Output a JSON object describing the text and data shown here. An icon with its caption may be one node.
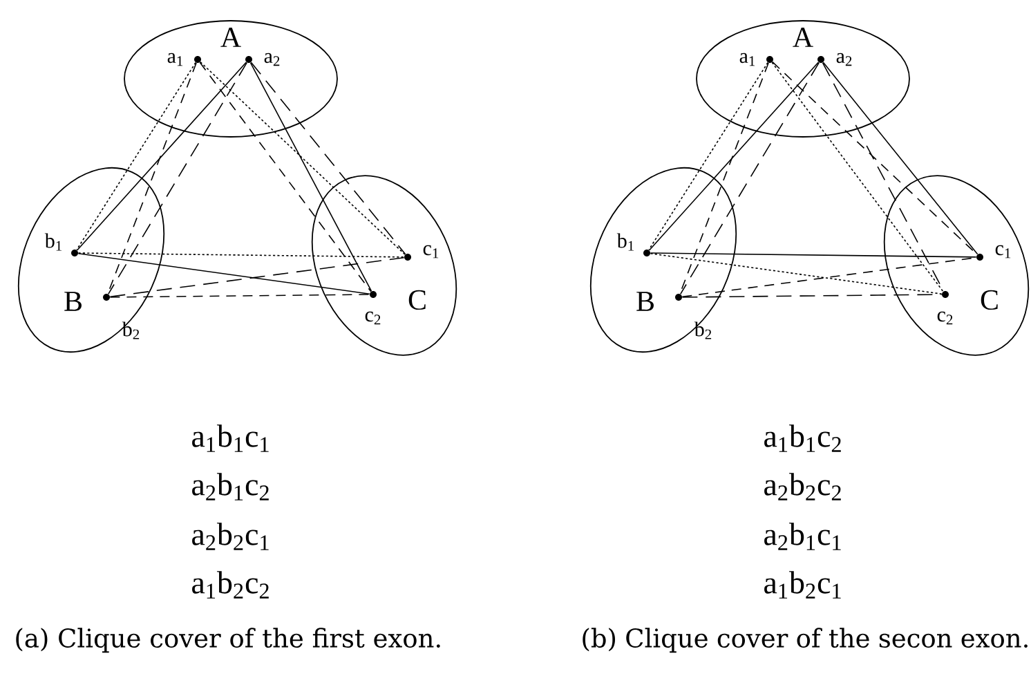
{
  "diagram": {
    "nodes": [
      {
        "text": [
          "A"
        ]
      },
      {
        "text": [],
        "shape": "circle",
        "beside": [
          "a$_{1}$"
        ],
        "in": 0
      },
      {
        "text": [],
        "shape": "circle",
        "beside": [
          "a$_{2}$"
        ],
        "in": 0
      },
      {
        "text": [
          "B"
        ]
      },
      {
        "text": [],
        "shape": "circle",
        "beside": [
          "b$_{1}$"
        ],
        "in": 3
      },
      {
        "text": [],
        "shape": "circle",
        "beside": [
          "b$_{2}$"
        ],
        "in": 3
      },
      {
        "text": [
          "C"
        ]
      },
      {
        "text": [],
        "shape": "circle",
        "beside": [
          "c$_{1}$"
        ],
        "in": 6
      },
      {
        "text": [],
        "shape": "circle",
        "beside": [
          "c$_{2}$"
        ],
        "in": 6
      },
      {
        "text": [
          "A"
        ]
      },
      {
        "text": [],
        "shape": "circle",
        "beside": [
          "a$_{1}$"
        ],
        "in": 9
      },
      {
        "text": [],
        "shape": "circle",
        "beside": [
          "a$_{2}$"
        ],
        "in": 9
      },
      {
        "text": [
          "B"
        ]
      },
      {
        "text": [],
        "shape": "circle",
        "beside": [
          "b$_{1}$"
        ],
        "in": 12
      },
      {
        "text": [],
        "shape": "circle",
        "beside": [
          "b$_{2}$"
        ],
        "in": 12
      },
      {
        "text": [
          "C"
        ]
      },
      {
        "text": [],
        "shape": "circle",
        "beside": [
          "c$_{1}$"
        ],
        "in": 15
      },
      {
        "text": [],
        "shape": "circle",
        "beside": [
          "c$_{2}$"
        ],
        "in": 15
      }
    ],
    "edges": [
      {
        "from": 1,
        "to": 4,
        "arrow": "none",
        "style": "dashed"
      },
      {
        "from": 4,
        "to": 7,
        "arrow": "none",
        "style": "dashed"
      },
      {
        "from": 1,
        "to": 7,
        "arrow": "none",
        "style": "dashed"
      },
      {
        "from": 2,
        "to": 4,
        "arrow": "none"
      },
      {
        "from": 4,
        "to": 8,
        "arrow": "none"
      },
      {
        "from": 2,
        "to": 8,
        "arrow": "none"
      },
      {
        "from": 2,
        "to": 5,
        "arrow": "none",
        "style": "dashed"
      },
      {
        "from": 5,
        "to": 7,
        "arrow": "none",
        "style": "dashed"
      },
      {
        "from": 2,
        "to": 7,
        "arrow": "none",
        "style": "dashed"
      },
      {
        "from": 1,
        "to": 5,
        "arrow": "none",
        "style": "dashed"
      },
      {
        "from": 5,
        "to": 8,
        "arrow": "none",
        "style": "dashed"
      },
      {
        "from": 1,
        "to": 8,
        "arrow": "none",
        "style": "dashed"
      },
      {
        "from": 10,
        "to": 13,
        "arrow": "none",
        "style": "dashed"
      },
      {
        "from": 13,
        "to": 17,
        "arrow": "none",
        "style": "dashed"
      },
      {
        "from": 10,
        "to": 17,
        "arrow": "none",
        "style": "dashed"
      },
      {
        "from": 11,
        "to": 13,
        "arrow": "none"
      },
      {
        "from": 13,
        "to": 16,
        "arrow": "none"
      },
      {
        "from": 11,
        "to": 16,
        "arrow": "none"
      },
      {
        "from": 11,
        "to": 14,
        "arrow": "none",
        "style": "dashed"
      },
      {
        "from": 14,
        "to": 17,
        "arrow": "none",
        "style": "dashed"
      },
      {
        "from": 11,
        "to": 17,
        "arrow": "none",
        "style": "dashed"
      },
      {
        "from": 10,
        "to": 14,
        "arrow": "none",
        "style": "dashed"
      },
      {
        "from": 14,
        "to": 16,
        "arrow": "none",
        "style": "dashed"
      },
      {
        "from": 10,
        "to": 16,
        "arrow": "none",
        "style": "dashed"
      }
    ],
    "labels": [
      "a$_{1}$b$_{1}$c$_{1}$",
      "a$_{2}$b$_{1}$c$_{2}$",
      "a$_{2}$b$_{2}$c$_{1}$",
      "a$_{1}$b$_{2}$c$_{2}$",
      "(a) Clique cover of the first exon.",
      "a$_{1}$b$_{1}$c$_{2}$",
      "a$_{2}$b$_{2}$c$_{2}$",
      "a$_{2}$b$_{1}$c$_{1}$",
      "a$_{1}$b$_{2}$c$_{1}$",
      "(b) Clique cover of the secon exon."
    ]
  }
}
